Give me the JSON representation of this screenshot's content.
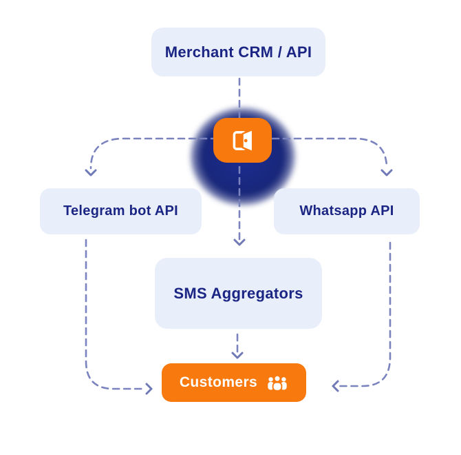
{
  "diagram": {
    "type": "flow-diagram",
    "nodes": {
      "merchant": {
        "label": "Merchant CRM / API"
      },
      "telegram": {
        "label": "Telegram bot API"
      },
      "whatsapp": {
        "label": "Whatsapp API"
      },
      "sms": {
        "label": "SMS Aggregators"
      },
      "customers": {
        "label": "Customers",
        "icon": "people-group-icon"
      }
    },
    "hub": {
      "icon": "open-door-icon"
    },
    "edges": [
      {
        "from": "merchant",
        "to": "hub",
        "style": "dashed-arrow"
      },
      {
        "from": "hub",
        "to": "telegram",
        "style": "dashed-arrow"
      },
      {
        "from": "hub",
        "to": "whatsapp",
        "style": "dashed-arrow"
      },
      {
        "from": "hub",
        "to": "sms",
        "style": "dashed-arrow"
      },
      {
        "from": "sms",
        "to": "customers",
        "style": "dashed-arrow"
      },
      {
        "from": "telegram",
        "to": "customers",
        "style": "dashed-arrow"
      },
      {
        "from": "whatsapp",
        "to": "customers",
        "style": "dashed-arrow"
      }
    ],
    "colors": {
      "accent_orange": "#f8790e",
      "node_background": "#e9eefb",
      "node_text": "#1b2583",
      "connector": "#7a83be",
      "hub_glow": "#182679",
      "customers_text": "#ffffff"
    }
  }
}
